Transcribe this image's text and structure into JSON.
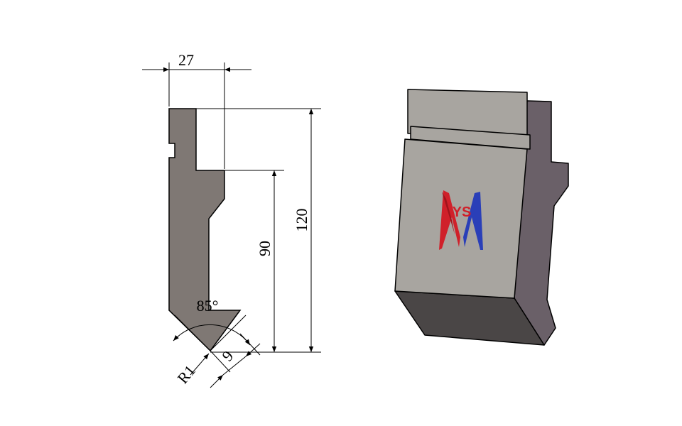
{
  "dimensions": {
    "width": "27",
    "height_total": "120",
    "height_lower": "90",
    "angle": "85°",
    "radius": "R1",
    "tip_width": "9"
  },
  "logo": {
    "text": "YS",
    "colors": {
      "red": "#d0202a",
      "blue": "#2a3fb8"
    }
  },
  "colors": {
    "profile_fill": "#7f7874",
    "block_front": "#a8a5a0",
    "block_side": "#6a6068",
    "block_bottom": "#4a4646",
    "line": "#000000"
  }
}
